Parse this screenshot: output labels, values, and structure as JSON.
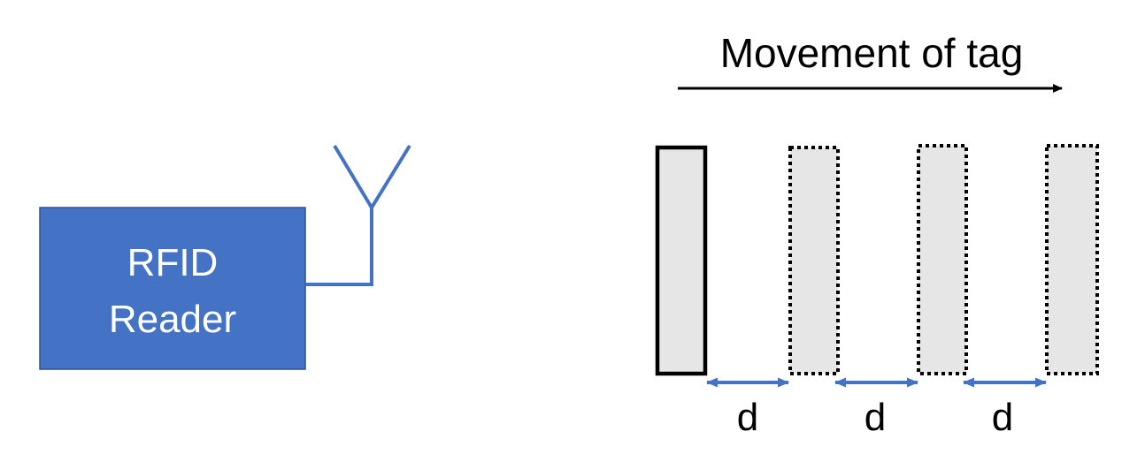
{
  "reader": {
    "label_line1": "RFID",
    "label_line2": "Reader",
    "fill_color": "#4472C4",
    "border_color": "#2F528F",
    "text_color": "#FFFFFF"
  },
  "antenna": {
    "color": "#4472C4"
  },
  "movement": {
    "label": "Movement of tag",
    "arrow_color": "#000000"
  },
  "tags": {
    "fill_color": "#E7E6E6",
    "count": 4,
    "first_border": "solid",
    "other_border": "dotted"
  },
  "spacing": {
    "label": "d",
    "arrow_color": "#4472C4",
    "labels": [
      "d",
      "d",
      "d"
    ]
  }
}
